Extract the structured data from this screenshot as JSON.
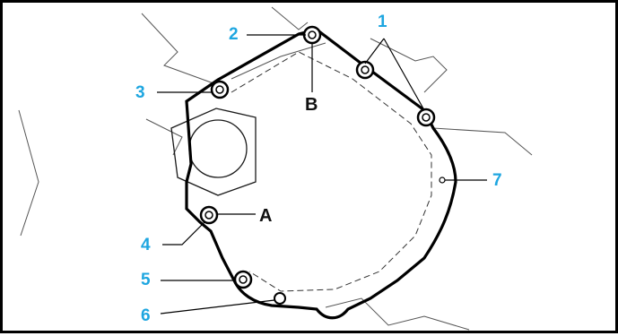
{
  "colors": {
    "frame": "#000000",
    "callout_number": "#1ea6e0",
    "callout_letter": "#111111",
    "drawing": "#1a1a1a",
    "background": "#ffffff"
  },
  "callouts": {
    "n1": "1",
    "n2": "2",
    "n3": "3",
    "n4": "4",
    "n5": "5",
    "n6": "6",
    "n7": "7",
    "A": "A",
    "B": "B"
  },
  "bolt_count": 6
}
